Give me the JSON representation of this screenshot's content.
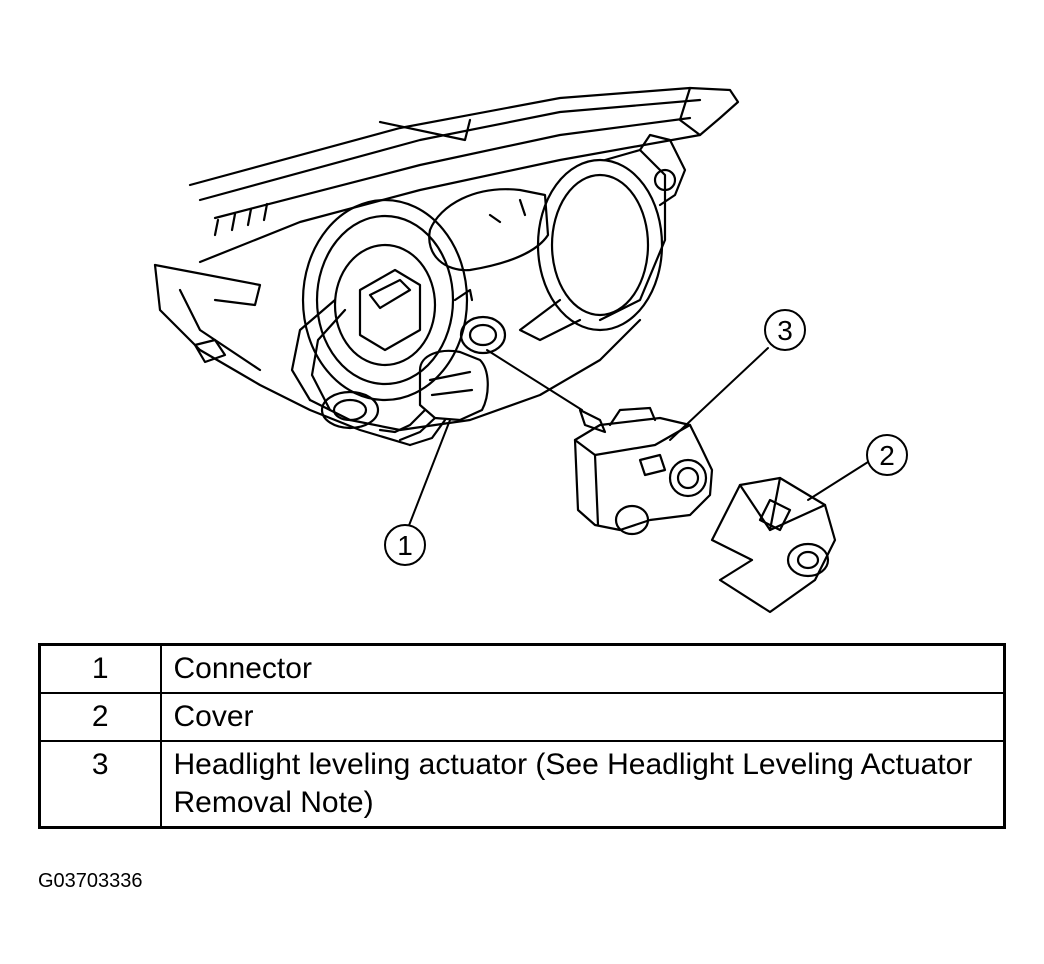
{
  "callouts": [
    {
      "number": "1"
    },
    {
      "number": "2"
    },
    {
      "number": "3"
    }
  ],
  "legend": {
    "rows": [
      {
        "number": "1",
        "description": "Connector"
      },
      {
        "number": "2",
        "description": "Cover"
      },
      {
        "number": "3",
        "description": "Headlight leveling actuator (See Headlight Leveling Actuator Removal Note)"
      }
    ]
  },
  "figure_id": "G03703336"
}
